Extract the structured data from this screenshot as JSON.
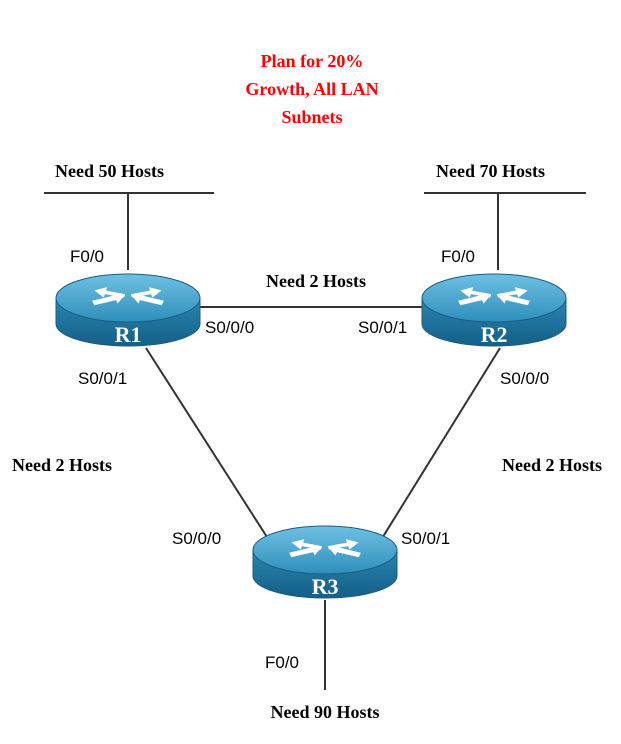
{
  "title": {
    "lines": [
      "Plan for 20%",
      "Growth, All LAN",
      "Subnets"
    ],
    "color": "#ff0000"
  },
  "routers": [
    {
      "name": "R1",
      "color": "#2f8fb8",
      "icon": "router-arrows-icon"
    },
    {
      "name": "R2",
      "color": "#2f8fb8",
      "icon": "router-arrows-icon"
    },
    {
      "name": "R3",
      "color": "#2f8fb8",
      "icon": "router-arrows-icon"
    }
  ],
  "lans": {
    "r1": "Need 50 Hosts",
    "r2": "Need 70 Hosts",
    "r3": "Need 90 Hosts"
  },
  "wans": {
    "r1_r2": "Need 2 Hosts",
    "r1_r3": "Need 2 Hosts",
    "r2_r3": "Need 2 Hosts"
  },
  "interfaces": {
    "r1_lan": "F0/0",
    "r1_to_r2": "S0/0/0",
    "r1_to_r3": "S0/0/1",
    "r2_lan": "F0/0",
    "r2_to_r1": "S0/0/1",
    "r2_to_r3": "S0/0/0",
    "r3_to_r1": "S0/0/0",
    "r3_to_r2": "S0/0/1",
    "r3_lan": "F0/0"
  }
}
